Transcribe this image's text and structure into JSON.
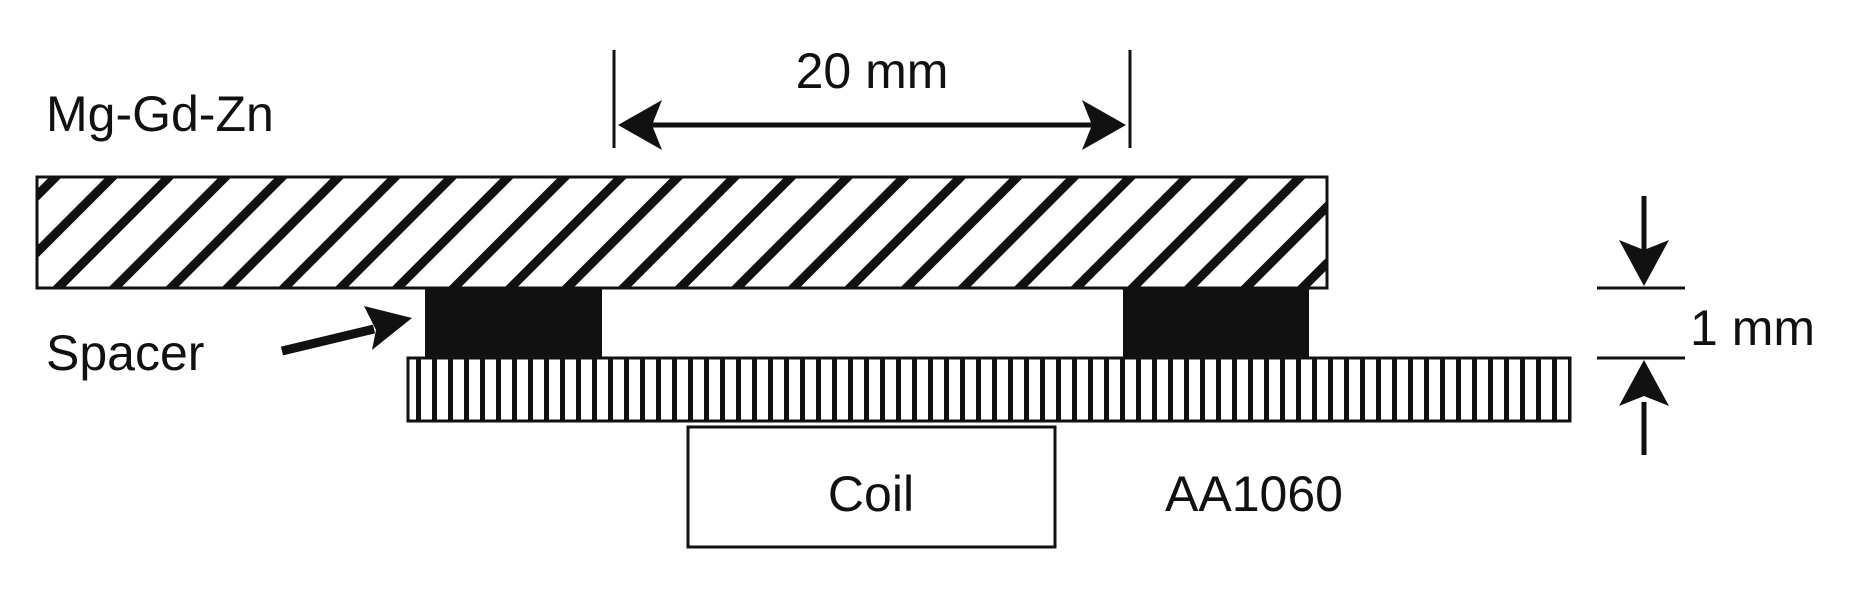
{
  "labels": {
    "flyer_material": "Mg-Gd-Zn",
    "dimension_width": "20 mm",
    "spacer": "Spacer",
    "gap": "1 mm",
    "coil": "Coil",
    "driver_material": "AA1060"
  },
  "colors": {
    "ink": "#111111",
    "background": "#ffffff"
  }
}
